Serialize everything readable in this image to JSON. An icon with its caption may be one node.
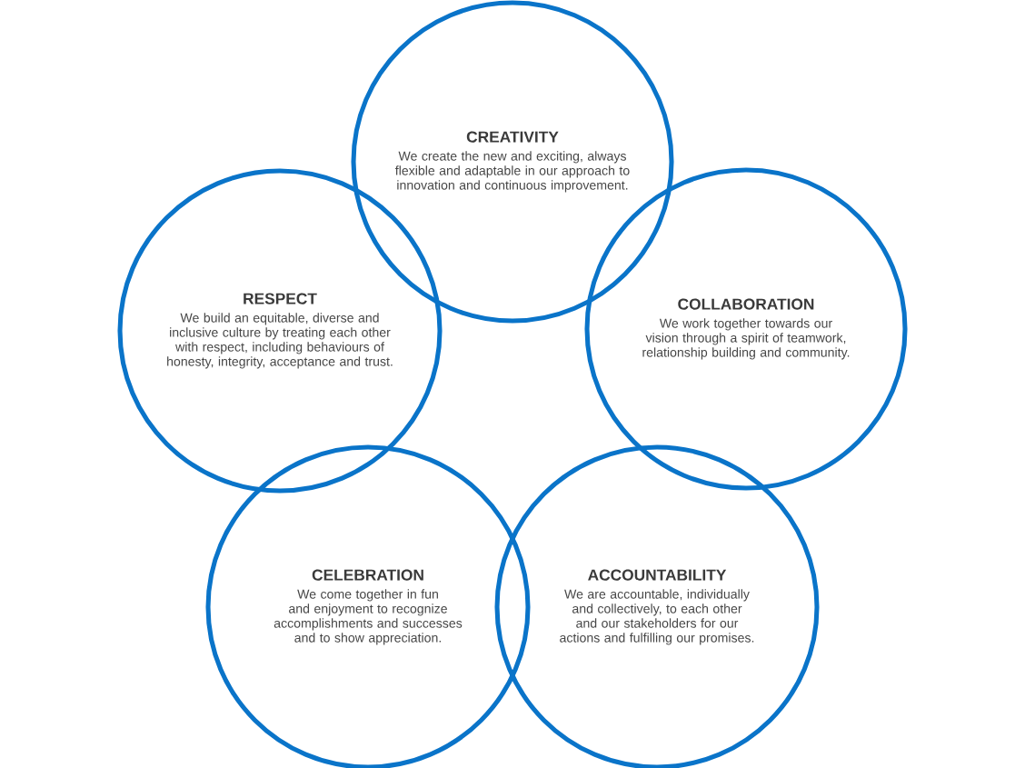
{
  "diagram": {
    "nodes": [
      {
        "text": [
          "CREATIVITY",
          "We create the new and exciting, always flexible and adaptable in our approach to innovation and continuous improvement."
        ]
      },
      {
        "text": [
          "RESPECT",
          "We build an equitable, diverse and inclusive culture by treating each other with respect, including behaviours of honesty, integrity, acceptance and trust."
        ]
      },
      {
        "text": [
          "COLLABORATION",
          "We work together towards our vision through a spirit of teamwork, relationship building and community."
        ]
      },
      {
        "text": [
          "CELEBRATION",
          "We come together in fun and enjoyment to recognize accomplishments and successes and to show appreciation."
        ]
      },
      {
        "text": [
          "ACCOUNTABILITY",
          "We are accountable, individually and collectively, to each other and our stakeholders for our actions and fulfilling our promises."
        ]
      }
    ]
  }
}
